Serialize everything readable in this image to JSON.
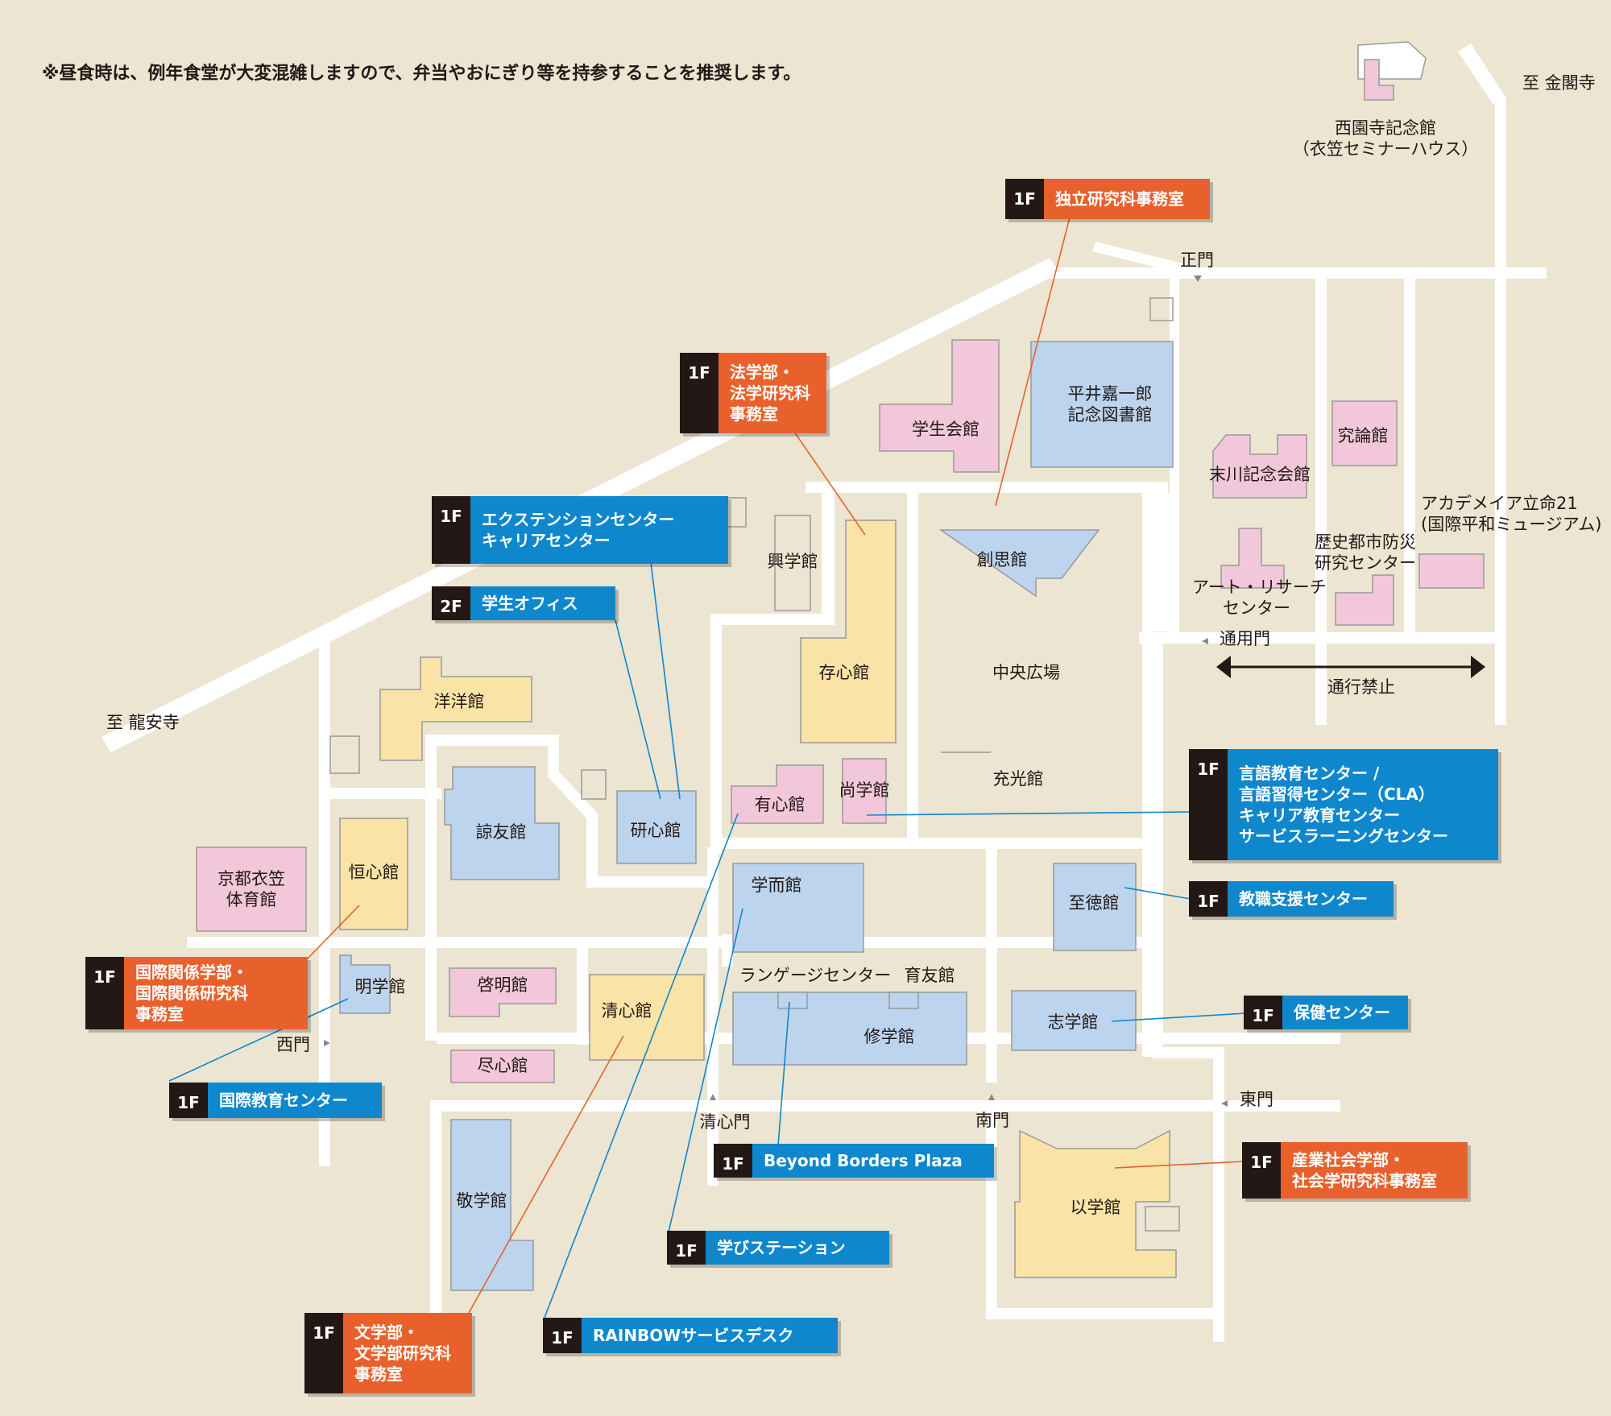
{
  "notice": "※昼食時は、例年食堂が大変混雑しますので、弁当やおにぎり等を持参することを推奨します。",
  "colors": {
    "background": "#ebe5d2",
    "road": "#ffffff",
    "pink": "#f2c7d9",
    "blue": "#bcd4ee",
    "yellow": "#fae3a6",
    "orange": "#e8612c",
    "cyan": "#0f87cc",
    "black": "#231815"
  },
  "directions": {
    "kinkakuji": "至 金閣寺",
    "ryoanji": "至 龍安寺"
  },
  "gates": {
    "main": "正門",
    "tsuyo": "通用門",
    "west": "西門",
    "seishin": "清心門",
    "south": "南門",
    "east": "東門"
  },
  "no_entry": "通行禁止",
  "plaza": "中央広場",
  "buildings": {
    "saionji_1": "西園寺記念館",
    "saionji_2": "（衣笠セミナーハウス）",
    "gakusei": "学生会館",
    "hirai_1": "平井嘉一郎",
    "hirai_2": "記念図書館",
    "kyuron": "究論館",
    "suekawa": "末川記念会館",
    "academeia_1": "アカデメイア立命21",
    "academeia_2": "(国際平和ミュージアム)",
    "rekishi_1": "歴史都市防災",
    "rekishi_2": "研究センター",
    "art_1": "アート・リサーチ",
    "art_2": "センター",
    "kogaku": "興学館",
    "soshi": "創思館",
    "zonshin": "存心館",
    "yoyo": "洋洋館",
    "juko": "充光館",
    "ryoyu": "諒友館",
    "kenshin": "研心館",
    "yushin": "有心館",
    "shogaku": "尚学館",
    "kyoto_1": "京都衣笠",
    "kyoto_2": "体育館",
    "koshin": "恒心館",
    "gakuji": "学而館",
    "shitoku": "至徳館",
    "meigaku": "明学館",
    "keimei": "啓明館",
    "seishin": "清心館",
    "language": "ランゲージセンター",
    "ikuyu": "育友館",
    "shugaku": "修学館",
    "shigaku": "志学館",
    "jinshin": "尽心館",
    "keigaku": "敬学館",
    "igaku": "以学館"
  },
  "callouts": {
    "dokuritsu": {
      "floor": "1F",
      "lines": [
        "独立研究科事務室"
      ]
    },
    "hogaku": {
      "floor": "1F",
      "lines": [
        "法学部・",
        "法学研究科",
        "事務室"
      ]
    },
    "extension": {
      "floor": "1F",
      "lines": [
        "エクステンションセンター",
        "キャリアセンター"
      ]
    },
    "student_office": {
      "floor": "2F",
      "lines": [
        "学生オフィス"
      ]
    },
    "gengo": {
      "floor": "1F",
      "lines": [
        "言語教育センター /",
        "言語習得センター（CLA）",
        "キャリア教育センター",
        "サービスラーニングセンター"
      ]
    },
    "kyoshoku": {
      "floor": "1F",
      "lines": [
        "教職支援センター"
      ]
    },
    "hoken": {
      "floor": "1F",
      "lines": [
        "保健センター"
      ]
    },
    "kokusai_kankei": {
      "floor": "1F",
      "lines": [
        "国際関係学部・",
        "国際関係研究科",
        "事務室"
      ]
    },
    "kokusai_kyoiku": {
      "floor": "1F",
      "lines": [
        "国際教育センター"
      ]
    },
    "beyond": {
      "floor": "1F",
      "lines": [
        "Beyond Borders Plaza"
      ]
    },
    "sangyo": {
      "floor": "1F",
      "lines": [
        "産業社会学部・",
        "社会学研究科事務室"
      ]
    },
    "manabi": {
      "floor": "1F",
      "lines": [
        "学びステーション"
      ]
    },
    "bungaku": {
      "floor": "1F",
      "lines": [
        "文学部・",
        "文学部研究科",
        "事務室"
      ]
    },
    "rainbow": {
      "floor": "1F",
      "lines": [
        "RAINBOWサービスデスク"
      ]
    }
  }
}
